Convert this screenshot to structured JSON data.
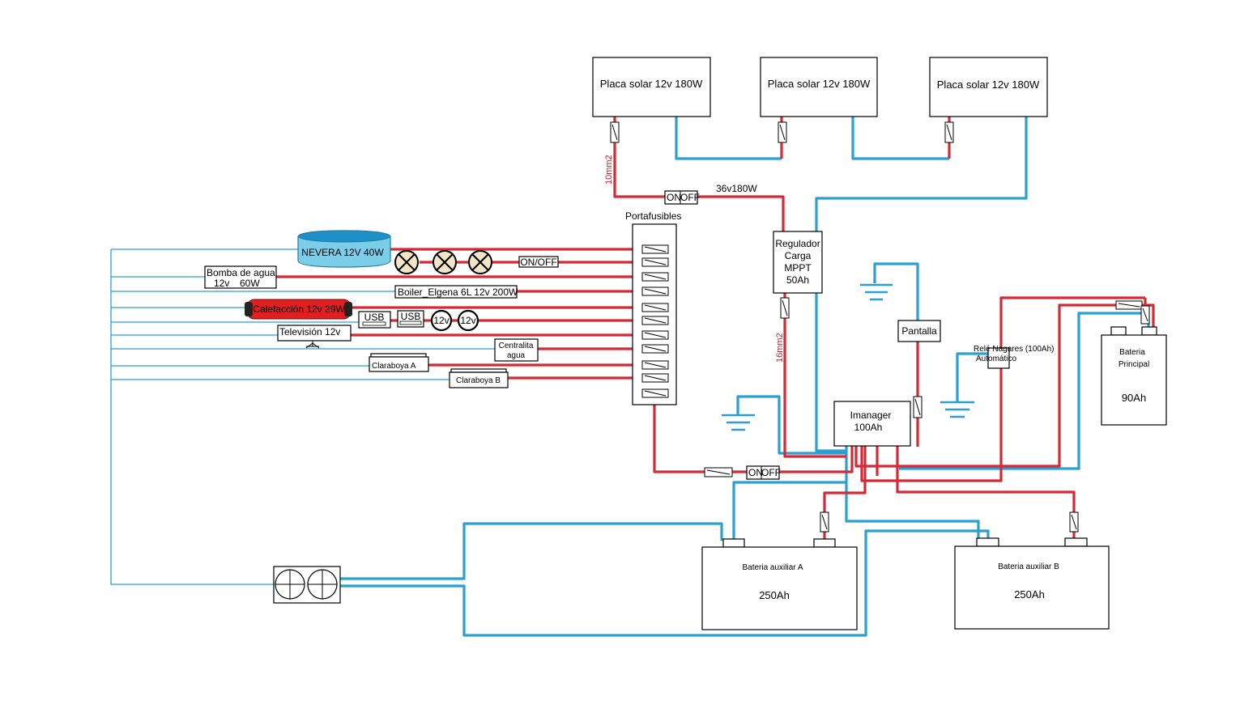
{
  "solar_panels": [
    {
      "label": "Placa solar  12v 180W"
    },
    {
      "label": "Placa solar  12v 180W"
    },
    {
      "label": "Placa solar  12v 180W"
    }
  ],
  "wires": {
    "gauge_top": "10mm2",
    "gauge_mid": "16mm2",
    "array_label": "36v180W"
  },
  "switches": {
    "main_on": "ON",
    "main_off": "OFF",
    "bottom_on": "ON",
    "bottom_off": "OFF",
    "lights": "ON/OFF"
  },
  "fuse_box": {
    "label": "Portafusibles"
  },
  "regulator": {
    "lines": [
      "Regulador",
      "Carga",
      "MPPT",
      "50Ah"
    ]
  },
  "pantalla": {
    "label": "Pantalla"
  },
  "imanager": {
    "lines": [
      "Imanager",
      "100Ah"
    ]
  },
  "relay": {
    "lines": [
      "Relé Nagares (100Ah)",
      "Automático"
    ]
  },
  "main_battery": {
    "lines": [
      "Bateria",
      "Principal"
    ],
    "capacity": "90Ah"
  },
  "aux_a": {
    "label": "Bateria auxiliar A",
    "capacity": "250Ah"
  },
  "aux_b": {
    "label": "Bateria auxiliar B",
    "capacity": "250Ah"
  },
  "loads": {
    "nevera": "NEVERA 12V 40W",
    "bomba": "Bomba de agua",
    "bomba_spec_v": "12v",
    "bomba_spec_w": "60W",
    "boiler": "Boiler_Elgena 6L 12v 200W",
    "calefaccion": "Calefacción 12v 29W",
    "usb1": "USB",
    "usb2": "USB",
    "sock1": "12v",
    "sock2": "12v",
    "television": "Televisión 12v",
    "centralita_lines": [
      "Centralita",
      "agua"
    ],
    "claraboya_a": "Claraboya A",
    "claraboya_b": "Claraboya B"
  },
  "colors": {
    "positive": "#d22a36",
    "negative": "#2aa0d2",
    "heater": "#e02020",
    "fridge": "#7ccde8"
  }
}
